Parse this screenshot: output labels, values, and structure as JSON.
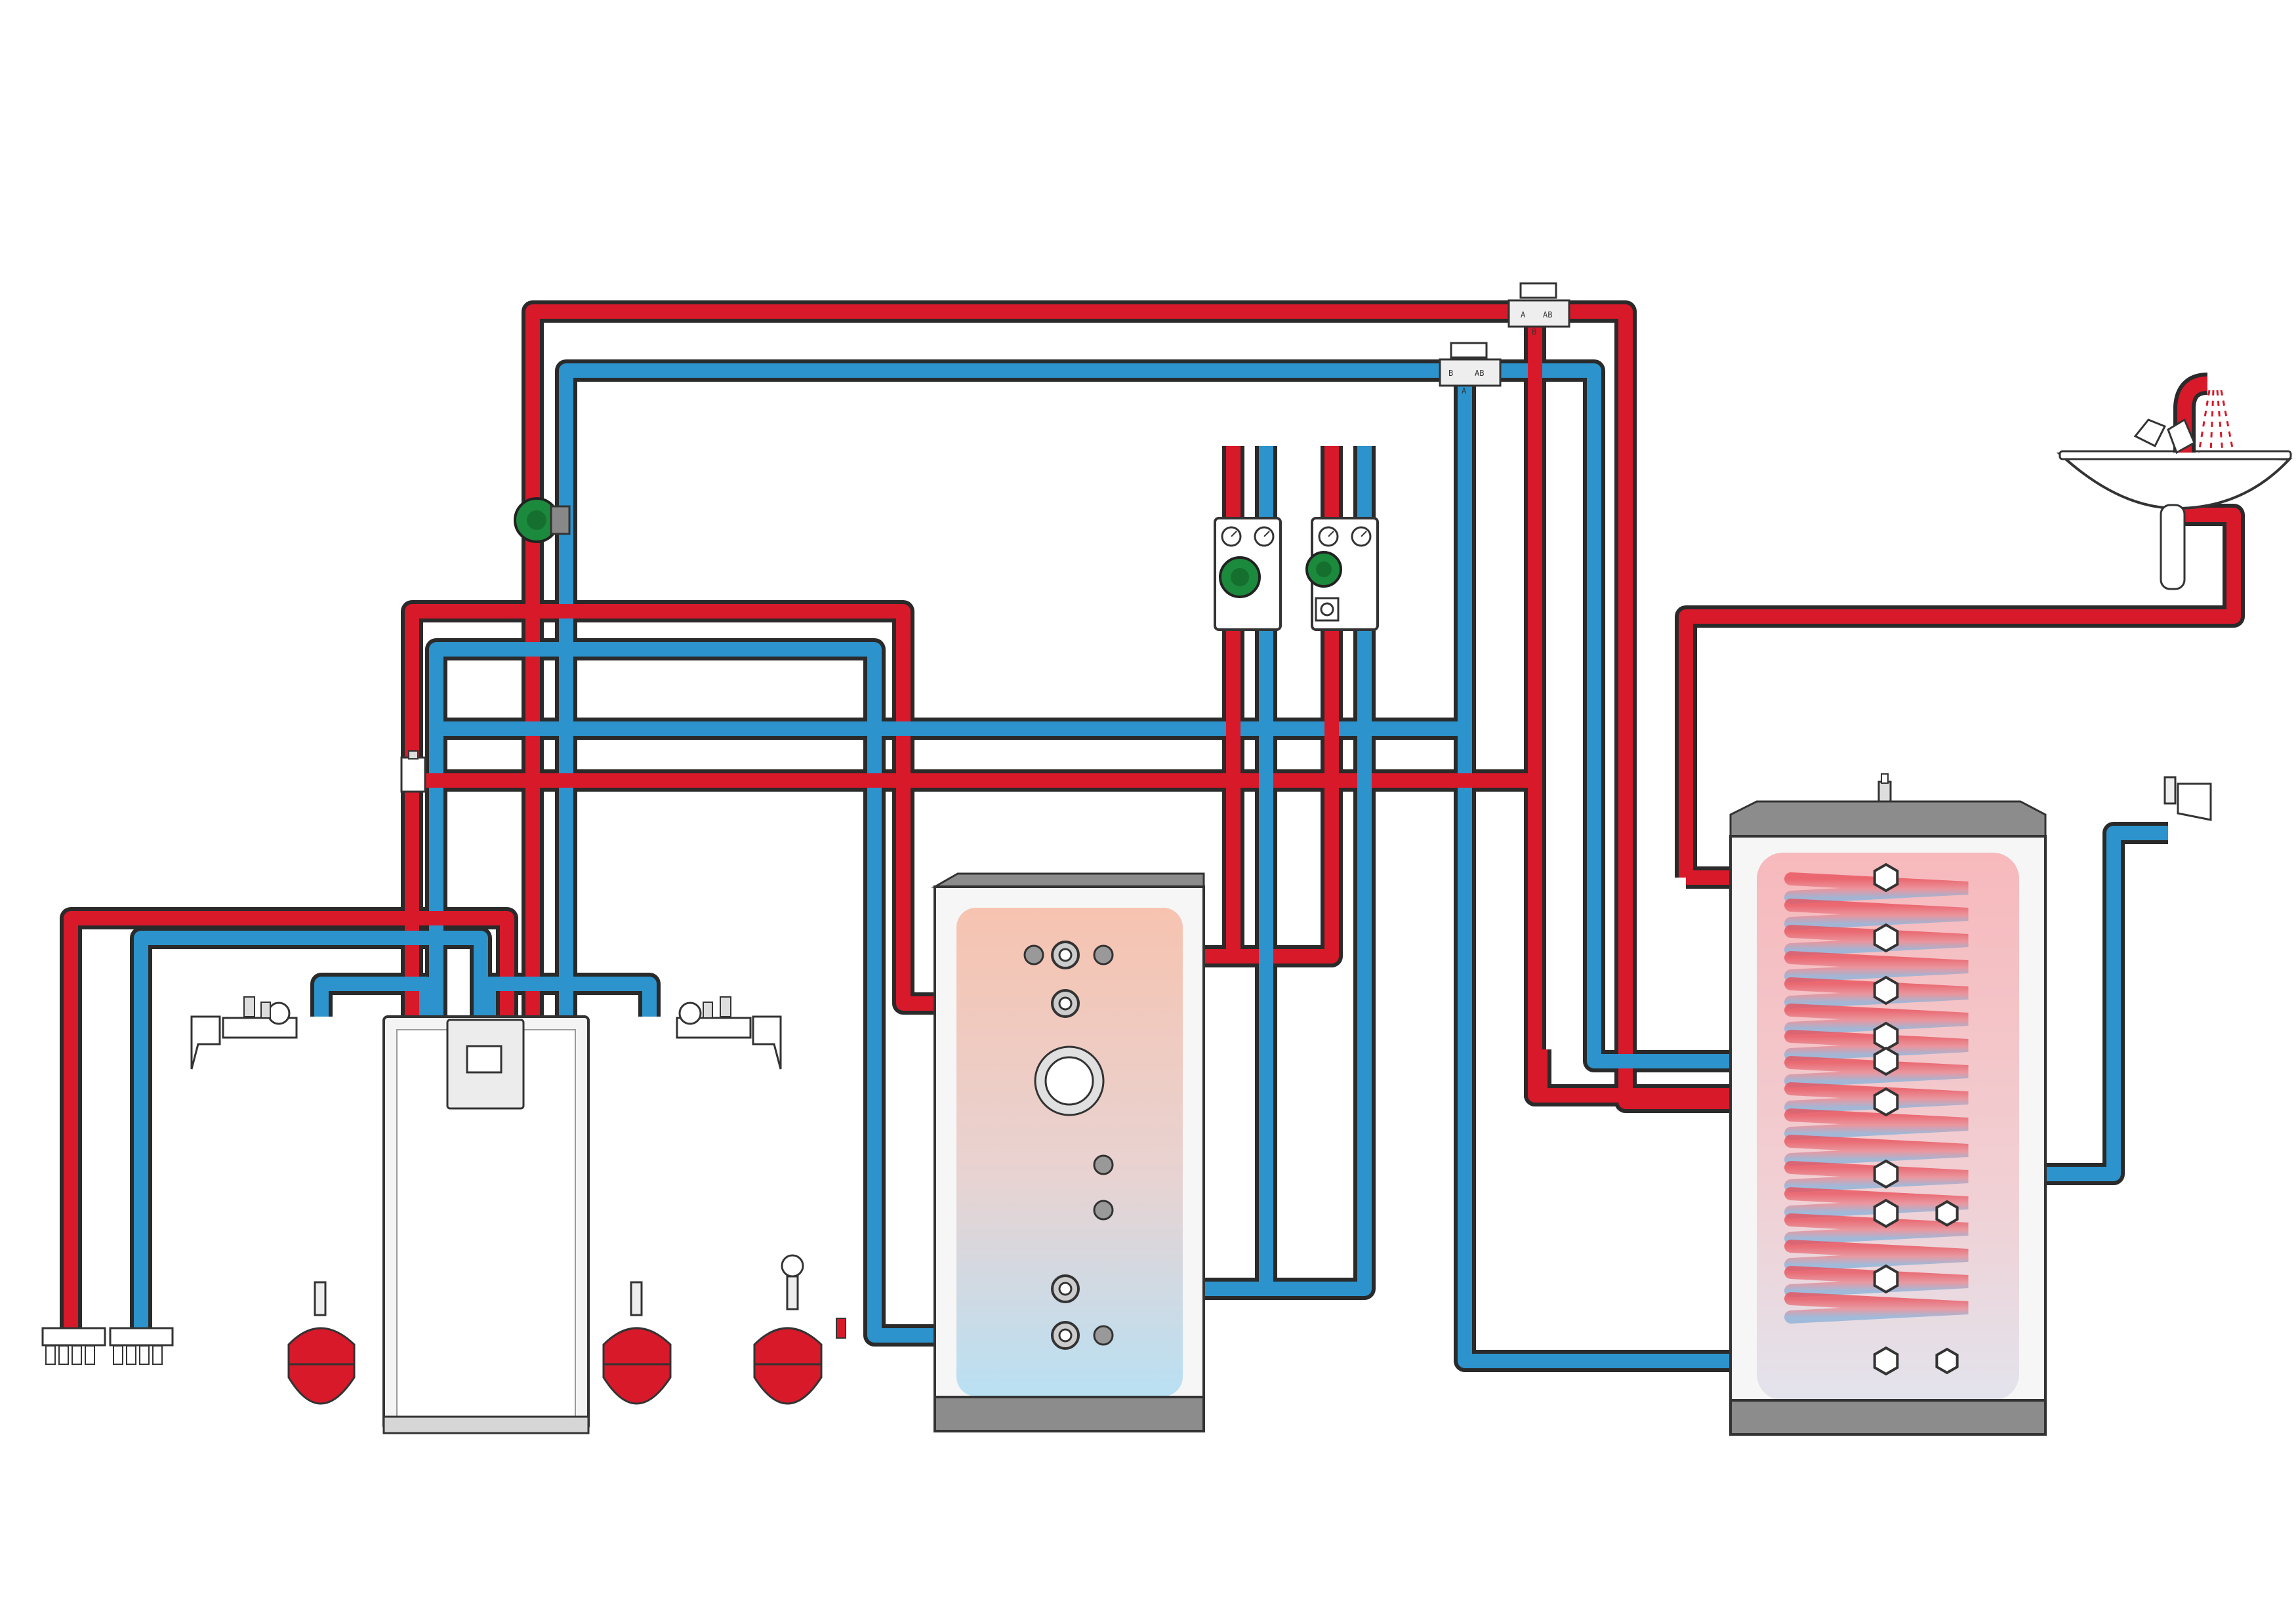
{
  "colors": {
    "hot_pipe": "#d7192a",
    "cold_pipe": "#2c93cc",
    "pump_green": "#1c8a3c",
    "expansion_vessel": "#d7192a",
    "tank_cap": "#8c8c8c"
  },
  "valve_labels": {
    "port_a": "A",
    "port_b": "B",
    "port_ab": "AB"
  }
}
